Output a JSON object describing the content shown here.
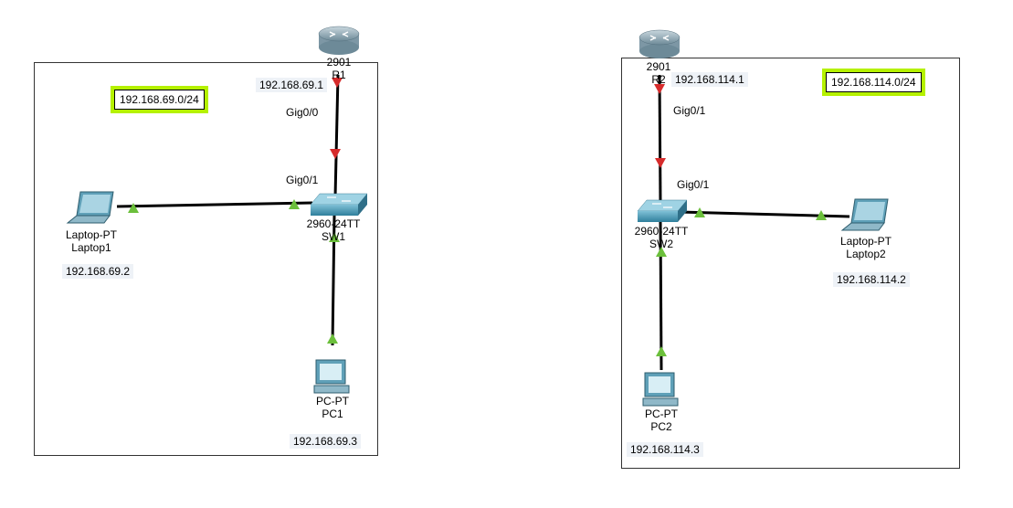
{
  "topology1": {
    "network_label": "192.168.69.0/24",
    "router": {
      "model": "2901",
      "name": "R1",
      "ip": "192.168.69.1",
      "port_router": "Gig0/0",
      "port_switch": "Gig0/1"
    },
    "switch": {
      "model": "2960-24TT",
      "name": "SW1"
    },
    "laptop": {
      "model": "Laptop-PT",
      "name": "Laptop1",
      "ip": "192.168.69.2"
    },
    "pc": {
      "model": "PC-PT",
      "name": "PC1",
      "ip": "192.168.69.3"
    }
  },
  "topology2": {
    "network_label": "192.168.114.0/24",
    "router": {
      "model": "2901",
      "name": "R2",
      "ip": "192.168.114.1",
      "port_router": "Gig0/1",
      "port_switch": "Gig0/1"
    },
    "switch": {
      "model": "2960-24TT",
      "name": "SW2"
    },
    "laptop": {
      "model": "Laptop-PT",
      "name": "Laptop2",
      "ip": "192.168.114.2"
    },
    "pc": {
      "model": "PC-PT",
      "name": "PC2",
      "ip": "192.168.114.3"
    }
  },
  "colors": {
    "link_up": "#6bbf3b",
    "link_down": "#d62b2b",
    "network_label_border": "#b5f100",
    "device": "#5fa0b8"
  }
}
